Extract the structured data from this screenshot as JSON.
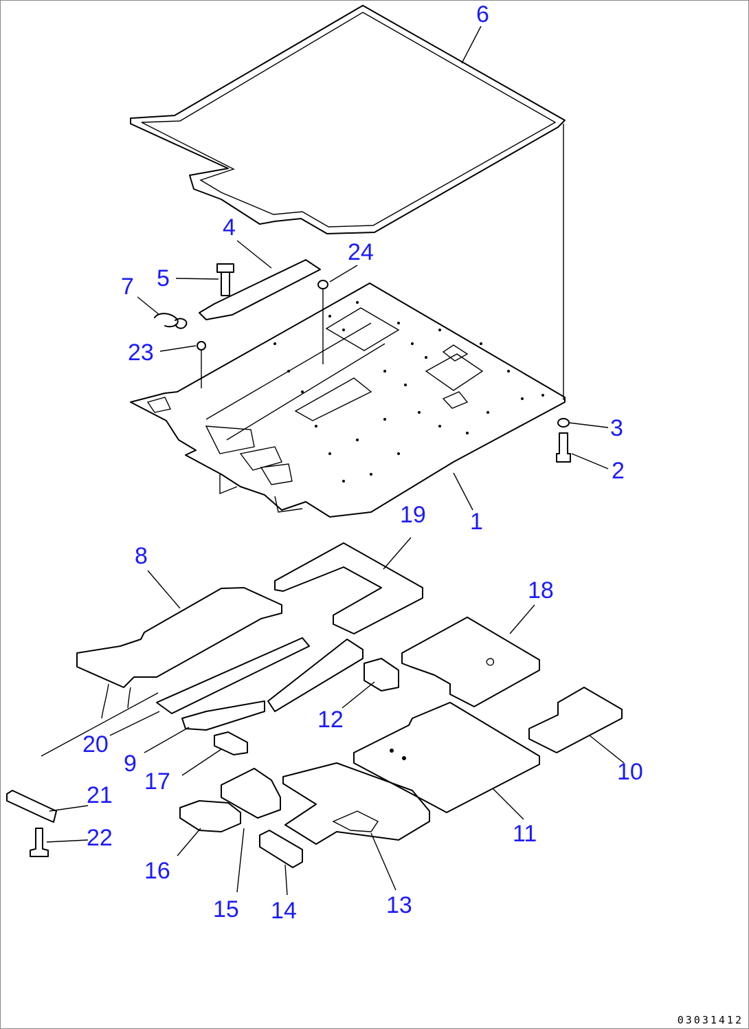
{
  "diagram": {
    "callouts": [
      {
        "id": "1",
        "label": "1"
      },
      {
        "id": "2",
        "label": "2"
      },
      {
        "id": "3",
        "label": "3"
      },
      {
        "id": "4",
        "label": "4"
      },
      {
        "id": "5",
        "label": "5"
      },
      {
        "id": "6",
        "label": "6"
      },
      {
        "id": "7",
        "label": "7"
      },
      {
        "id": "8",
        "label": "8"
      },
      {
        "id": "9",
        "label": "9"
      },
      {
        "id": "10",
        "label": "10"
      },
      {
        "id": "11",
        "label": "11"
      },
      {
        "id": "12",
        "label": "12"
      },
      {
        "id": "13",
        "label": "13"
      },
      {
        "id": "14",
        "label": "14"
      },
      {
        "id": "15",
        "label": "15"
      },
      {
        "id": "16",
        "label": "16"
      },
      {
        "id": "17",
        "label": "17"
      },
      {
        "id": "18",
        "label": "18"
      },
      {
        "id": "19",
        "label": "19"
      },
      {
        "id": "20",
        "label": "20"
      },
      {
        "id": "21",
        "label": "21"
      },
      {
        "id": "22",
        "label": "22"
      },
      {
        "id": "23",
        "label": "23"
      },
      {
        "id": "24",
        "label": "24"
      }
    ],
    "callout_color": "#1a1aff",
    "line_color": "#000000",
    "drawing_code": "03031412"
  }
}
